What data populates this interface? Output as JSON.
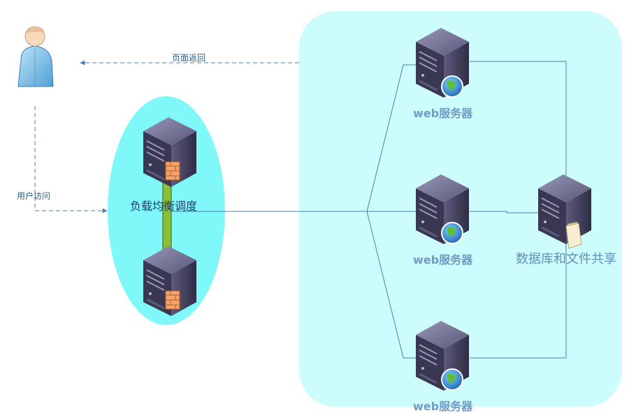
{
  "labels": {
    "page_return": "页面返回",
    "user_access": "用户访问",
    "load_balancer": "负载均衡调度",
    "web_server_1": "web服务器",
    "web_server_2": "web服务器",
    "web_server_3": "web服务器",
    "db_share": "数据库和文件共享"
  },
  "colors": {
    "panel": "#ccfcfc",
    "ellipse": "#80f8fa",
    "line": "#4a7fae",
    "server_dark": "#3d3a55",
    "server_light": "#7a7a9c",
    "link": "#8bbf3a"
  },
  "icons": [
    "user-icon",
    "firewall-server-icon",
    "web-server-icon",
    "database-server-icon"
  ]
}
